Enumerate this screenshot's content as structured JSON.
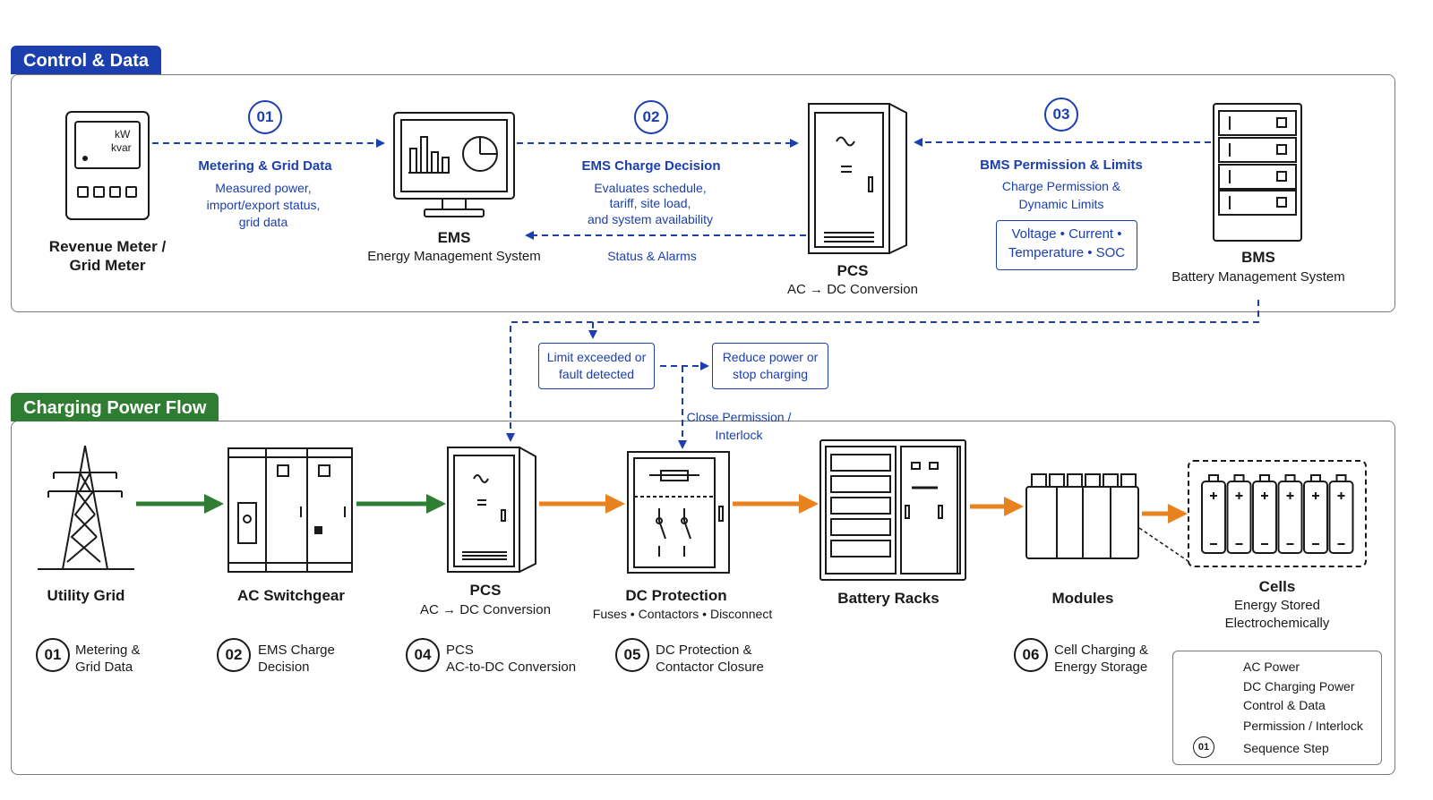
{
  "control_section": {
    "tab_label": "Control & Data",
    "meter": {
      "title_line1": "Revenue Meter /",
      "title_line2": "Grid Meter",
      "display_unit1": "kW",
      "display_unit2": "kvar"
    },
    "ems": {
      "title": "EMS",
      "subtitle": "Energy Management System"
    },
    "pcs": {
      "title": "PCS",
      "subtitle": "AC → DC Conversion"
    },
    "bms": {
      "title": "BMS",
      "subtitle": "Battery Management System"
    },
    "step01": {
      "num": "01",
      "title": "Metering & Grid Data",
      "line1": "Measured power,",
      "line2": "import/export status,",
      "line3": "grid data"
    },
    "step02": {
      "num": "02",
      "title": "EMS Charge Decision",
      "line1": "Evaluates schedule,",
      "line2": "tariff, site load,",
      "line3": "and system availability"
    },
    "status_alarms": "Status & Alarms",
    "step03": {
      "num": "03",
      "title": "BMS Permission & Limits",
      "line1": "Charge Permission &",
      "line2": "Dynamic Limits"
    },
    "limits_box": {
      "line1": "Voltage • Current •",
      "line2": "Temperature • SOC"
    }
  },
  "interlock": {
    "fault_box": {
      "line1": "Limit exceeded or",
      "line2": "fault detected"
    },
    "reduce_box": {
      "line1": "Reduce power or",
      "line2": "stop charging"
    },
    "close_permission": {
      "line1": "Close Permission /",
      "line2": "Interlock"
    }
  },
  "power_section": {
    "tab_label": "Charging Power Flow",
    "grid": {
      "title": "Utility Grid"
    },
    "switchgear": {
      "title": "AC Switchgear"
    },
    "pcs": {
      "title": "PCS",
      "subtitle": "AC → DC Conversion"
    },
    "dc_protection": {
      "title": "DC Protection",
      "subtitle": "Fuses • Contactors • Disconnect"
    },
    "racks": {
      "title": "Battery Racks"
    },
    "modules": {
      "title": "Modules"
    },
    "cells": {
      "title": "Cells",
      "line1": "Energy Stored",
      "line2": "Electrochemically"
    }
  },
  "sequence": [
    {
      "num": "01",
      "line1": "Metering &",
      "line2": "Grid Data"
    },
    {
      "num": "02",
      "line1": "EMS Charge",
      "line2": "Decision"
    },
    {
      "num": "04",
      "line1": "PCS",
      "line2": "AC-to-DC Conversion"
    },
    {
      "num": "05",
      "line1": "DC Protection &",
      "line2": "Contactor Closure"
    },
    {
      "num": "06",
      "line1": "Cell Charging &",
      "line2": "Energy Storage"
    }
  ],
  "legend": {
    "ac_power": "AC Power",
    "dc_power": "DC Charging Power",
    "control": "Control & Data",
    "permission": "Permission / Interlock",
    "step": "Sequence Step",
    "step_num": "01"
  },
  "colors": {
    "control_blue": "#1b3fae",
    "ac_green": "#2e7d32",
    "dc_orange": "#e8821f",
    "outline": "#1a1a1a"
  }
}
